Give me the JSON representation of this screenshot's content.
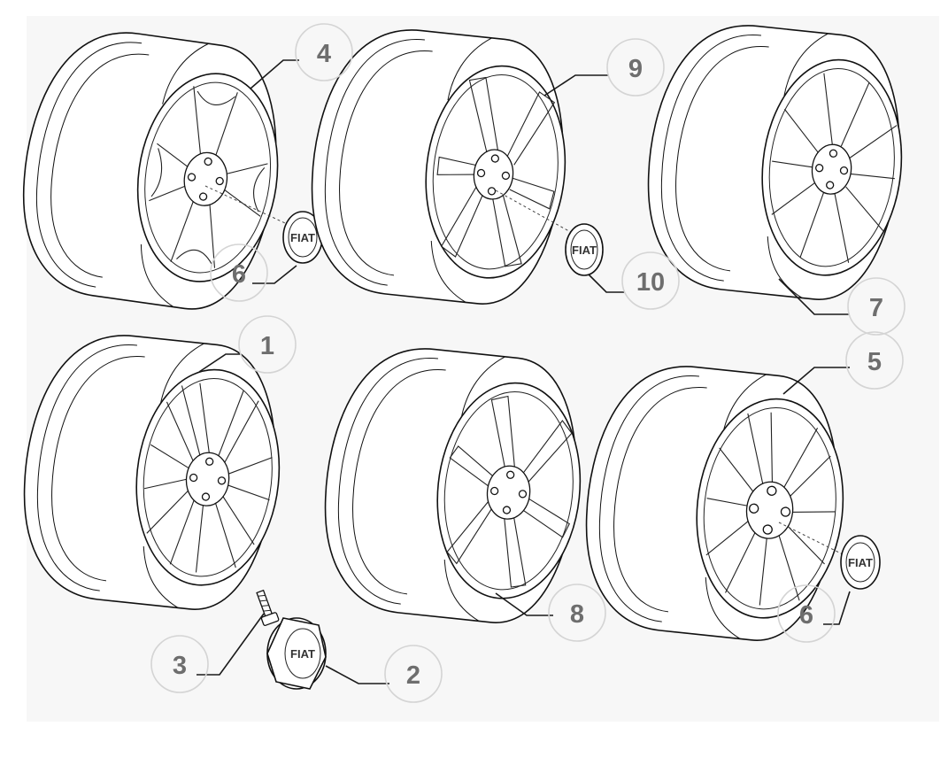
{
  "callouts": {
    "c1": "1",
    "c2": "2",
    "c3": "3",
    "c4": "4",
    "c5": "5",
    "c6a": "6",
    "c6b": "6",
    "c7": "7",
    "c8": "8",
    "c9": "9",
    "c10": "10"
  },
  "emblem_text": "FIAT",
  "colors": {
    "panel": "#f7f7f7",
    "callout_text": "#6e6e6e",
    "callout_circle": "#d4d4d4",
    "line": "#1a1a1a"
  }
}
